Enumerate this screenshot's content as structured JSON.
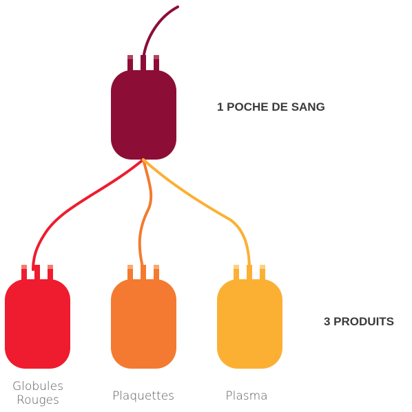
{
  "title_source": "1 POCHE DE SANG",
  "title_products": "3 PRODUITS",
  "colors": {
    "source_bag": "#8c0e36",
    "globules": "#ee1c2e",
    "plaquettes": "#f37a30",
    "plasma": "#fbb034",
    "text": "#3a3a3a"
  },
  "products": [
    {
      "line1": "Globules",
      "line2": "Rouges"
    },
    {
      "line1": "Plaquettes",
      "line2": ""
    },
    {
      "line1": "Plasma",
      "line2": ""
    }
  ]
}
